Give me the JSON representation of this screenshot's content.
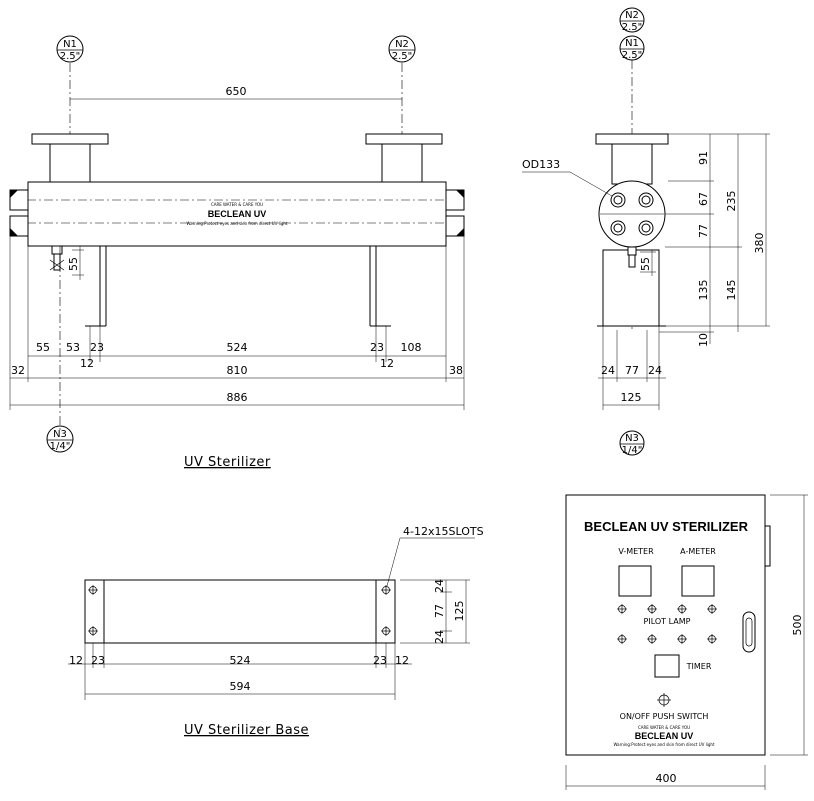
{
  "views": {
    "sterilizer_title": "UV Sterilizer",
    "base_title": "UV Sterilizer Base",
    "panel_title": "BECLEAN UV STERILIZER"
  },
  "nozzles": {
    "n1": {
      "id": "N1",
      "size": "2.5\""
    },
    "n2": {
      "id": "N2",
      "size": "2.5\""
    },
    "n3": {
      "id": "N3",
      "size": "1/4\""
    }
  },
  "callouts": {
    "od": "OD133",
    "slots": "4-12x15SLOTS"
  },
  "body_label": {
    "line1": "CARE WATER & CARE YOU",
    "brand": "BECLEAN UV",
    "warning": "Warning:Protect eyes and skin from direct UV light"
  },
  "panel": {
    "v_meter": "V-METER",
    "a_meter": "A-METER",
    "pilot_lamp": "PILOT LAMP",
    "timer": "TIMER",
    "switch": "ON/OFF PUSH SWITCH"
  },
  "dims": {
    "front": {
      "d650": "650",
      "d55v": "55",
      "d55": "55",
      "d53": "53",
      "d23a": "23",
      "d12a": "12",
      "d524": "524",
      "d23b": "23",
      "d12b": "12",
      "d108": "108",
      "d32": "32",
      "d810": "810",
      "d38": "38",
      "d886": "886"
    },
    "side": {
      "d91": "91",
      "d67": "67",
      "d77": "77",
      "d235": "235",
      "d380": "380",
      "d135": "135",
      "d145": "145",
      "d10": "10",
      "d55v": "55",
      "d24a": "24",
      "d77h": "77",
      "d24b": "24",
      "d125": "125"
    },
    "base": {
      "d24a": "24",
      "d77": "77",
      "d24b": "24",
      "d125": "125",
      "d12a": "12",
      "d23a": "23",
      "d524": "524",
      "d23b": "23",
      "d12b": "12",
      "d594": "594"
    },
    "panel": {
      "d500": "500",
      "d400": "400"
    }
  }
}
